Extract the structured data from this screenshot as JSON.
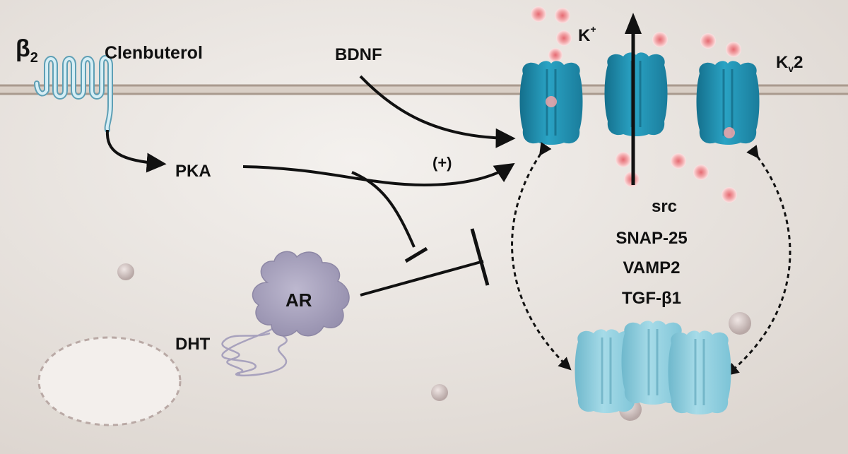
{
  "receptor": {
    "symbol": "β",
    "subscript": "2",
    "ligand": "Clenbuterol"
  },
  "signals": {
    "pka": "PKA",
    "bdnf": "BDNF",
    "positive": "(+)",
    "ar": "AR",
    "dht": "DHT"
  },
  "channel": {
    "ion": "K",
    "ion_charge": "+",
    "name": "K",
    "name_sub": "v",
    "name_suffix": "2"
  },
  "trafficking_factors": [
    "src",
    "SNAP-25",
    "VAMP2",
    "TGF-β1"
  ],
  "colors": {
    "membrane": "#a99a8e",
    "channel": "#1f8eae",
    "channel_faded": "#8fcad8",
    "ion": "#f2a5a8",
    "receptor": "#8fcde0",
    "androgen_receptor": "#a8a2bd"
  }
}
